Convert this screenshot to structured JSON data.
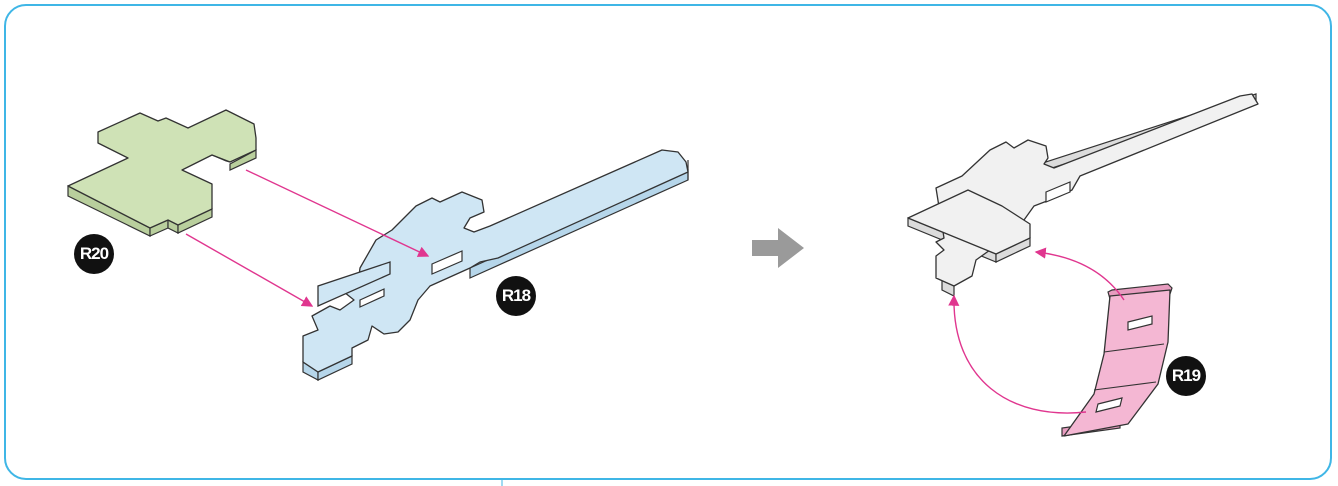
{
  "parts": {
    "r20": {
      "label": "R20",
      "color": "#cfe2b6"
    },
    "r18": {
      "label": "R18",
      "color": "#cfe6f4"
    },
    "r19": {
      "label": "R19",
      "color": "#f4b7d3"
    },
    "assembled_color": "#f1f1f1"
  },
  "colors": {
    "frame": "#3fb6e6",
    "guide": "#e0368f",
    "step_arrow": "#9a9a9a"
  },
  "icons": {
    "step_arrow": "right-arrow-icon"
  }
}
